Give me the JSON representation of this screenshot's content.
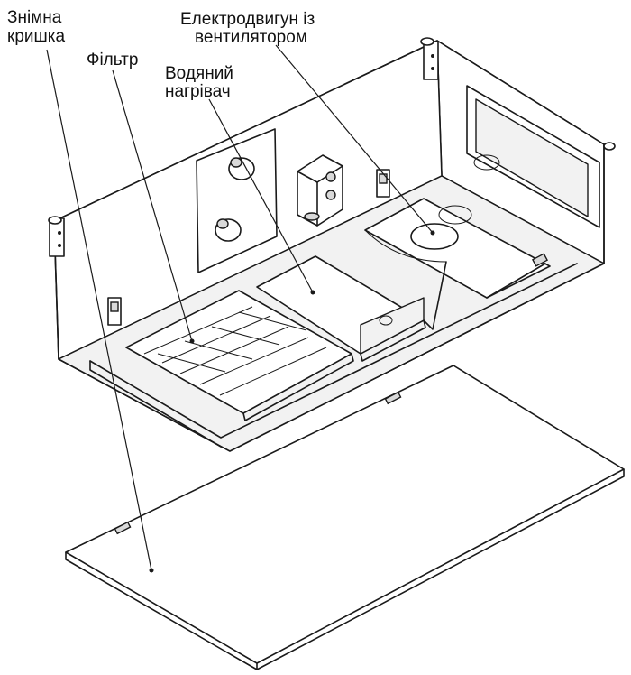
{
  "labels": {
    "cover": [
      "Знімна",
      "кришка"
    ],
    "filter": "Фільтр",
    "heater": [
      "Водяний",
      "нагрівач"
    ],
    "motor": [
      "Електродвигун із",
      "вентилятором"
    ]
  }
}
